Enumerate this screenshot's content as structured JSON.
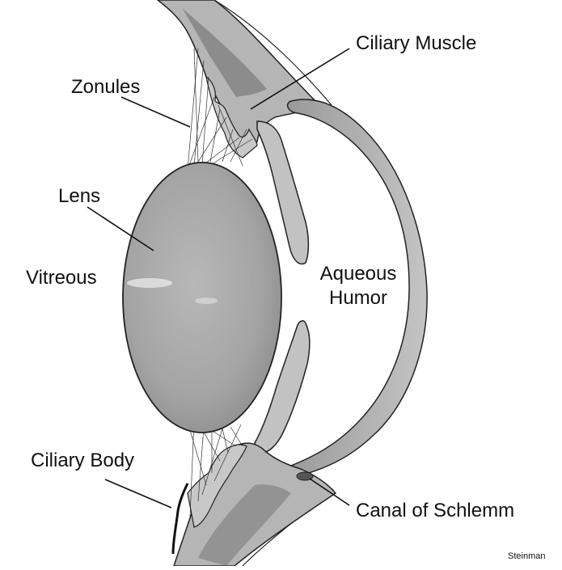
{
  "labels": {
    "ciliary_muscle": "Ciliary Muscle",
    "zonules": "Zonules",
    "lens": "Lens",
    "vitreous": "Vitreous",
    "aqueous_line1": "Aqueous",
    "aqueous_line2": "Humor",
    "ciliary_body": "Ciliary Body",
    "canal_of_schlemm": "Canal of Schlemm"
  },
  "signature": "Steinman",
  "colors": {
    "lens_fill": "#a9a9a9",
    "tissue_fill": "#bdbdbd",
    "tissue_dark": "#5a5a5a",
    "outline": "#222222",
    "line": "#111111"
  }
}
